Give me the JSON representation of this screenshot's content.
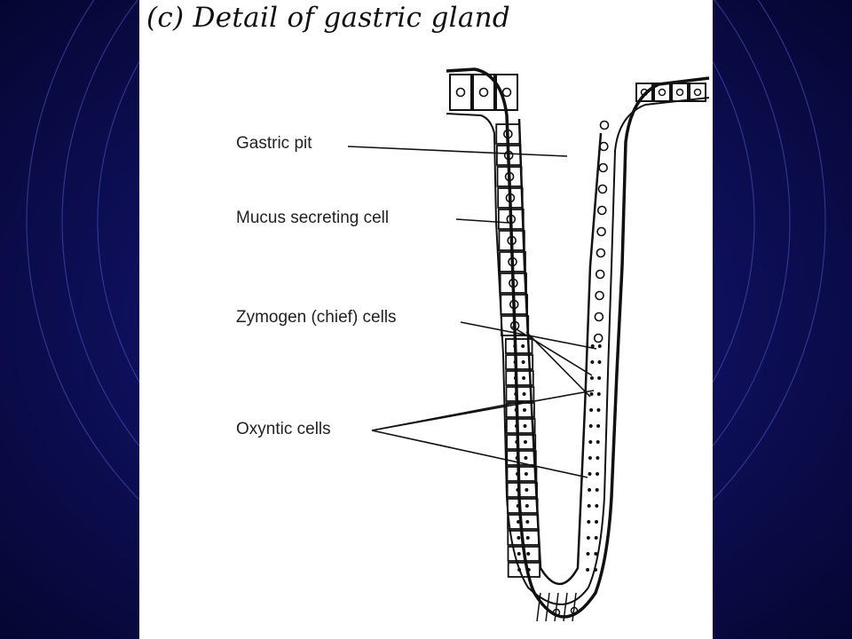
{
  "slide": {
    "title": "(c) Detail of gastric gland",
    "background_color": "#0d0e55",
    "panel_color": "#ffffff"
  },
  "diagram": {
    "labels": {
      "gastric_pit": "Gastric pit",
      "mucus_cell": "Mucus secreting cell",
      "zymogen_cells": "Zymogen (chief) cells",
      "oxyntic_cells": "Oxyntic cells"
    }
  }
}
